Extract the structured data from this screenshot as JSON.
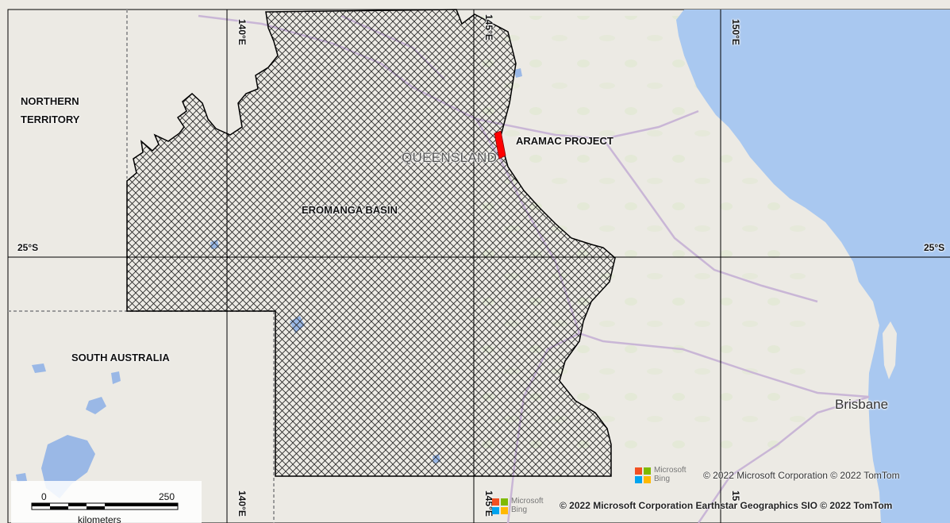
{
  "map": {
    "labels": {
      "northern_territory_line1": "NORTHERN",
      "northern_territory_line2": "TERRITORY",
      "south_australia": "SOUTH AUSTRALIA",
      "queensland": "QUEENSLAND",
      "eromanga_basin": "EROMANGA BASIN",
      "aramac_project": "ARAMAC PROJECT",
      "brisbane": "Brisbane"
    },
    "grid_labels": {
      "lon_140_top": "140°E",
      "lon_145_top": "145°E",
      "lon_150_top": "150°E",
      "lon_140_bottom": "140°E",
      "lon_145_bottom": "145°E",
      "lon_150_bottom": "15",
      "lat_25_left": "25°S",
      "lat_25_right": "25°S"
    },
    "scale_bar": {
      "start": "0",
      "end": "250",
      "unit": "kilometers"
    },
    "attribution": {
      "bing_word1": "Microsoft",
      "bing_word2": "Bing",
      "line1": "© 2022 Microsoft Corporation © 2022 TomTom",
      "line2": "© 2022 Microsoft Corporation Earthstar Geographics SIO © 2022 TomTom"
    },
    "colors": {
      "land": "#eceae4",
      "ocean": "#a9c8f0",
      "water": "#9ab8e6",
      "hatch": "#222222",
      "project": "#ff0000",
      "grid": "#000000",
      "road": "#c9b6d6"
    }
  }
}
